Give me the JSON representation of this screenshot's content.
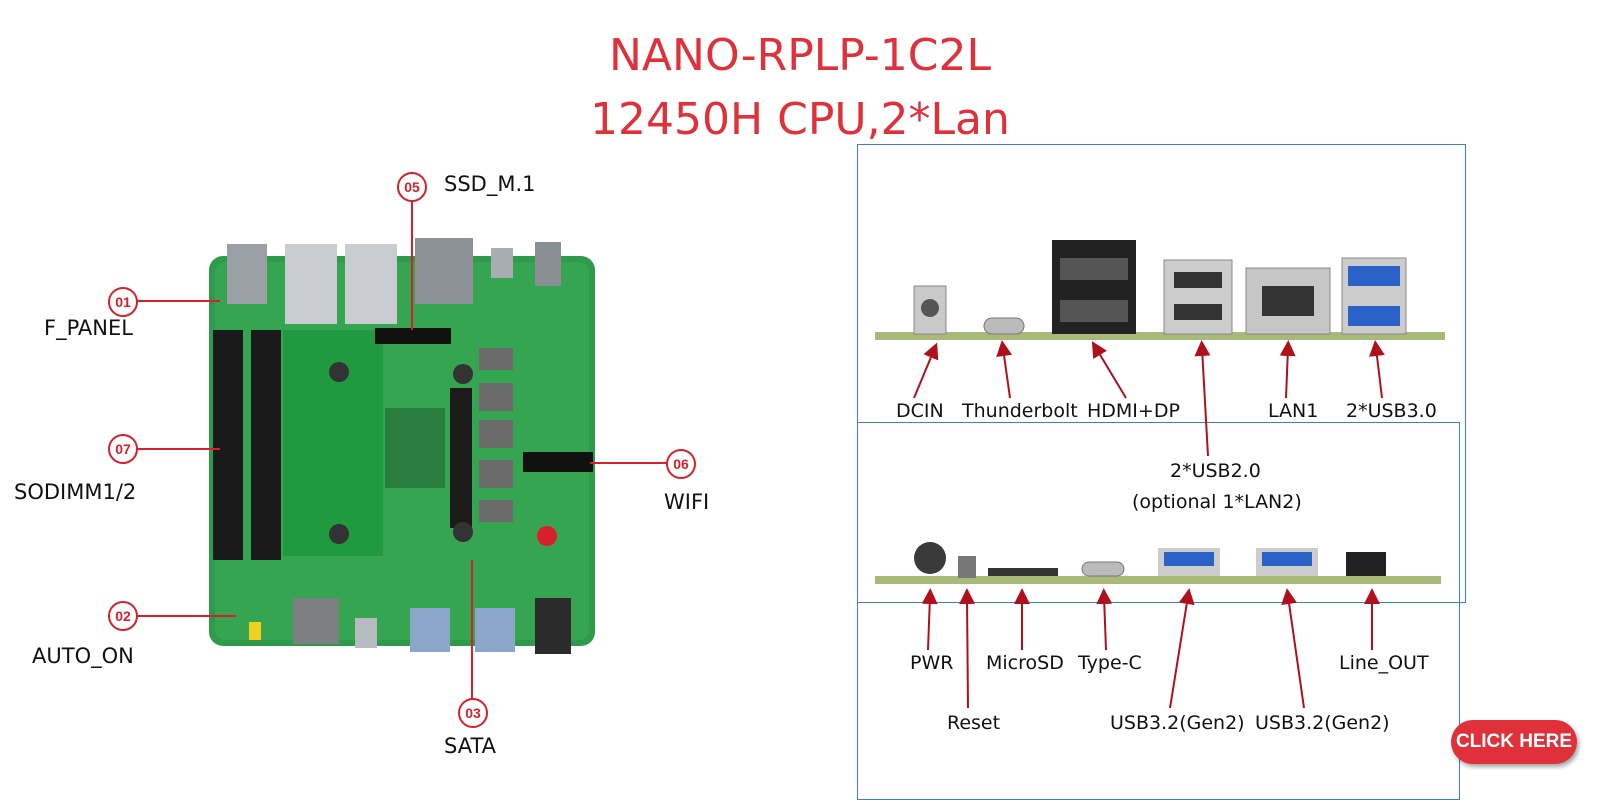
{
  "title": {
    "line1": "NANO-RPLP-1C2L",
    "line2": "12450H CPU,2*Lan"
  },
  "callouts": [
    {
      "num": "01",
      "label": "F_PANEL"
    },
    {
      "num": "07",
      "label": "SODIMM1/2"
    },
    {
      "num": "02",
      "label": "AUTO_ON"
    },
    {
      "num": "05",
      "label": "SSD_M.1"
    },
    {
      "num": "06",
      "label": "WIFI"
    },
    {
      "num": "03",
      "label": "SATA"
    }
  ],
  "rear_io": [
    "DCIN",
    "Thunderbolt",
    "HDMI+DP",
    "2*USB2.0",
    "(optional 1*LAN2)",
    "LAN1",
    "2*USB3.0"
  ],
  "front_io": [
    "PWR",
    "Reset",
    "MicroSD",
    "Type-C",
    "USB3.2(Gen2)",
    "USB3.2(Gen2)",
    "Line_OUT"
  ],
  "cta": "CLICK HERE",
  "colors": {
    "title": "#e0303a",
    "callout": "#d8202c",
    "arrow": "#b0101c",
    "frame": "#3a7fd0",
    "pcb": "#2f9a4a"
  }
}
